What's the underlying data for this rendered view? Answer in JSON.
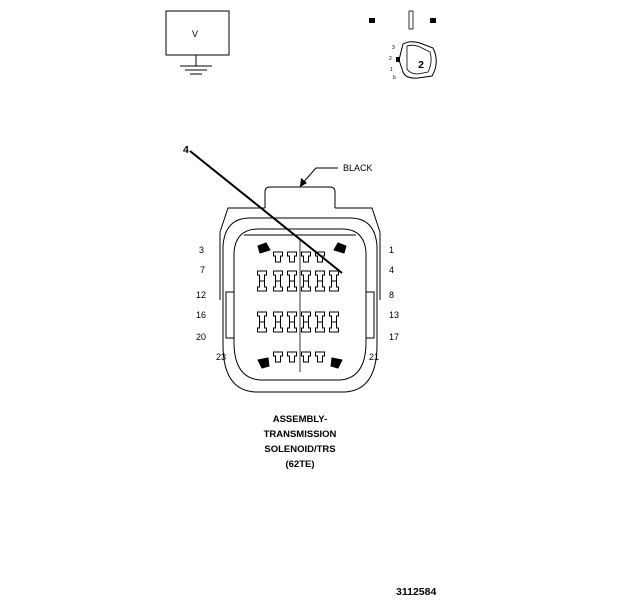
{
  "meter": {
    "symbol": "V"
  },
  "connector_icon": {
    "number": "2",
    "pins": [
      "3",
      "2",
      "1",
      "b"
    ]
  },
  "pointer": {
    "label": "4"
  },
  "connector": {
    "color_label": "BLACK",
    "pin_labels_left": [
      "3",
      "7",
      "12",
      "16",
      "20",
      "23"
    ],
    "pin_labels_right": [
      "1",
      "4",
      "8",
      "13",
      "17",
      "21"
    ]
  },
  "caption": [
    "ASSEMBLY-",
    "TRANSMISSION",
    "SOLENOID/TRS",
    "(62TE)"
  ],
  "figure_number": "3112584"
}
